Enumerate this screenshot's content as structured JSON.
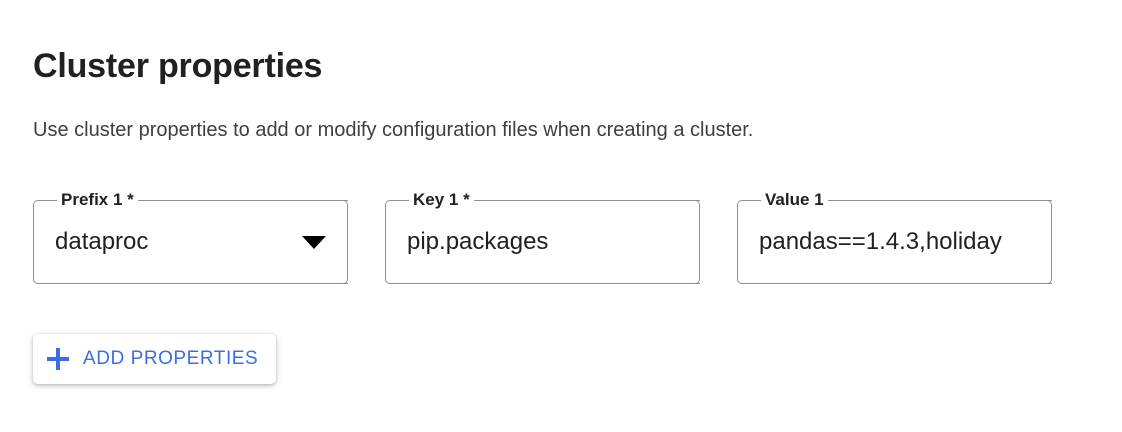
{
  "header": {
    "title": "Cluster properties",
    "description": "Use cluster properties to add or modify configuration files when creating a cluster."
  },
  "colors": {
    "accent_blue": "#3b6fe0",
    "text_primary": "#202124",
    "text_secondary": "#3c4043",
    "field_border": "#8e9094",
    "background": "#ffffff"
  },
  "properties_row": {
    "prefix_field": {
      "label": "Prefix 1 *",
      "value": "dataproc",
      "control": "select",
      "arrow_icon": "chevron-down-filled-icon",
      "required": true
    },
    "key_field": {
      "label": "Key 1 *",
      "value": "pip.packages",
      "control": "text",
      "required": true
    },
    "value_field": {
      "label": "Value 1",
      "value": "pandas==1.4.3,holiday",
      "control": "text",
      "required": false,
      "overflowing": true
    }
  },
  "add_button": {
    "label": "ADD PROPERTIES",
    "icon": "plus-icon"
  }
}
